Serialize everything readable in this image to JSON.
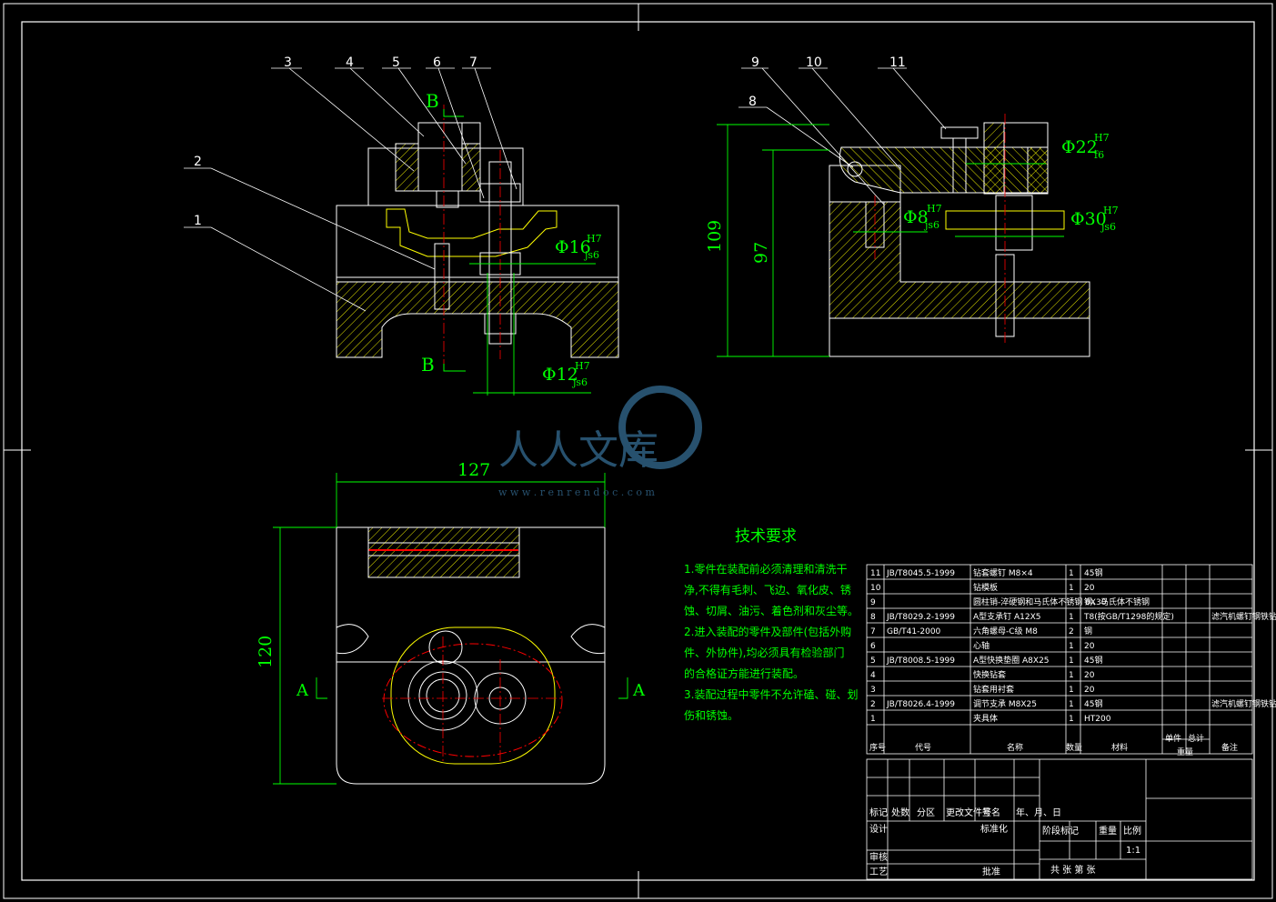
{
  "watermark": {
    "main": "人人文库",
    "url": "w w w . r e n r e n d o c . c o m"
  },
  "balloons": [
    "1",
    "2",
    "3",
    "4",
    "5",
    "6",
    "7",
    "8",
    "9",
    "10",
    "11"
  ],
  "section_labels": {
    "b_top": "B",
    "b_bottom": "B",
    "a_left": "A",
    "a_right": "A"
  },
  "dimensions": {
    "d16": {
      "main": "Φ16",
      "upper": "H7",
      "lower": "js6"
    },
    "d12": {
      "main": "Φ12",
      "upper": "H7",
      "lower": "js6"
    },
    "d22": {
      "main": "Φ22",
      "upper": "H7",
      "lower": "f6"
    },
    "d8": {
      "main": "Φ8",
      "upper": "H7",
      "lower": "js6"
    },
    "d30": {
      "main": "Φ30",
      "upper": "H7",
      "lower": "js6"
    },
    "h109": "109",
    "h97": "97",
    "w127": "127",
    "h120": "120"
  },
  "tech": {
    "title": "技术要求",
    "lines": [
      "1.零件在装配前必须清理和清洗干",
      "净,不得有毛刺、飞边、氧化皮、锈",
      "蚀、切屑、油污、着色剂和灰尘等。",
      "2.进入装配的零件及部件(包括外购",
      "件、外协件),均必须具有检验部门",
      "的合格证方能进行装配。",
      "3.装配过程中零件不允许磕、碰、划",
      "伤和锈蚀。"
    ]
  },
  "bom": {
    "rows": [
      {
        "no": "11",
        "code": "JB/T8045.5-1999",
        "name": "钻套螺钉 M8×4",
        "qty": "1",
        "mat": "45钢",
        "note": ""
      },
      {
        "no": "10",
        "code": "",
        "name": "钻模板",
        "qty": "1",
        "mat": "20",
        "note": ""
      },
      {
        "no": "9",
        "code": "",
        "name": "圆柱销-淬硬钢和马氏体不锈钢 6X30",
        "qty": "",
        "mat": "钢、马氏体不锈钢",
        "note": ""
      },
      {
        "no": "8",
        "code": "JB/T8029.2-1999",
        "name": "A型支承钉 A12X5",
        "qty": "1",
        "mat": "T8(按GB/T1298的规定)",
        "note": "滤汽机螺钉钢铁钻"
      },
      {
        "no": "7",
        "code": "GB/T41-2000",
        "name": "六角螺母-C级 M8",
        "qty": "2",
        "mat": "钢",
        "note": ""
      },
      {
        "no": "6",
        "code": "",
        "name": "心轴",
        "qty": "1",
        "mat": "20",
        "note": ""
      },
      {
        "no": "5",
        "code": "JB/T8008.5-1999",
        "name": "A型快换垫圈 A8X25",
        "qty": "1",
        "mat": "45钢",
        "note": ""
      },
      {
        "no": "4",
        "code": "",
        "name": "快换钻套",
        "qty": "1",
        "mat": "20",
        "note": ""
      },
      {
        "no": "3",
        "code": "",
        "name": "钻套用衬套",
        "qty": "1",
        "mat": "20",
        "note": ""
      },
      {
        "no": "2",
        "code": "JB/T8026.4-1999",
        "name": "调节支承 M8X25",
        "qty": "1",
        "mat": "45钢",
        "note": "滤汽机螺钉钢铁钻"
      },
      {
        "no": "1",
        "code": "",
        "name": "夹具体",
        "qty": "1",
        "mat": "HT200",
        "note": ""
      }
    ],
    "header": {
      "no": "序号",
      "code": "代号",
      "name": "名称",
      "qty": "数量",
      "mat": "材料",
      "unit_mass": "单件",
      "total_mass": "总计",
      "mass": "重量",
      "note": "备注"
    }
  },
  "title_block": {
    "mark": "标记",
    "count": "处数",
    "zone": "分区",
    "change_doc": "更改文件号",
    "sign": "签名",
    "date": "年、月、日",
    "design": "设计",
    "standardize": "标准化",
    "review": "审核",
    "process": "工艺",
    "approve": "批准",
    "stage_mark": "阶段标记",
    "weight": "重量",
    "scale": "比例",
    "scale_value": "1:1",
    "sheets": "共  张  第  张"
  }
}
